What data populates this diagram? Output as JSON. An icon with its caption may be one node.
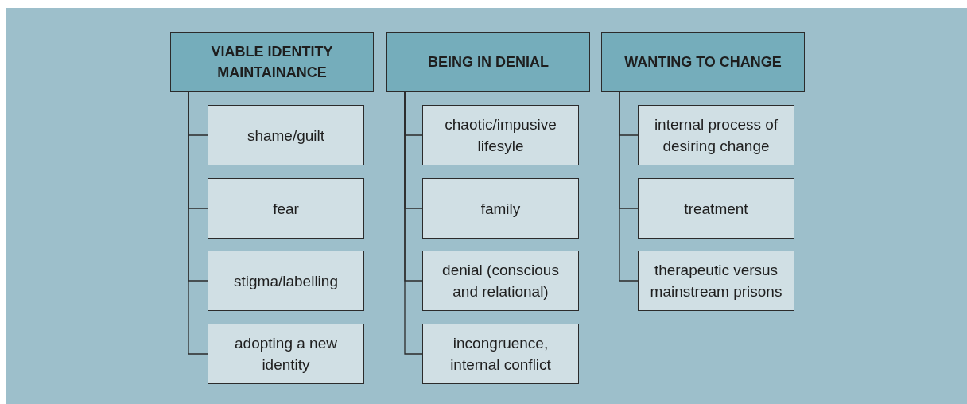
{
  "diagram": {
    "nodes": [
      {
        "text": [
          "VIABLE IDENTITY MAINTAINANCE"
        ]
      },
      {
        "text": [
          "shame/guilt"
        ]
      },
      {
        "text": [
          "fear"
        ]
      },
      {
        "text": [
          "stigma/labelling"
        ]
      },
      {
        "text": [
          "adopting a new identity"
        ]
      },
      {
        "text": [
          "BEING IN DENIAL"
        ]
      },
      {
        "text": [
          "chaotic/impusive lifesyle"
        ]
      },
      {
        "text": [
          "family"
        ]
      },
      {
        "text": [
          "denial (conscious and relational)"
        ]
      },
      {
        "text": [
          "incongruence, internal conflict"
        ]
      },
      {
        "text": [
          "WANTING TO CHANGE"
        ]
      },
      {
        "text": [
          "internal process of desiring change"
        ]
      },
      {
        "text": [
          "treatment"
        ]
      },
      {
        "text": [
          "therapeutic versus mainstream prisons"
        ]
      }
    ],
    "edges": [
      {
        "from": 0,
        "to": 1,
        "arrow": "none"
      },
      {
        "from": 0,
        "to": 2,
        "arrow": "none"
      },
      {
        "from": 0,
        "to": 3,
        "arrow": "none"
      },
      {
        "from": 0,
        "to": 4,
        "arrow": "none"
      },
      {
        "from": 5,
        "to": 6,
        "arrow": "none"
      },
      {
        "from": 5,
        "to": 7,
        "arrow": "none"
      },
      {
        "from": 5,
        "to": 8,
        "arrow": "none"
      },
      {
        "from": 5,
        "to": 9,
        "arrow": "none"
      },
      {
        "from": 10,
        "to": 11,
        "arrow": "none"
      },
      {
        "from": 10,
        "to": 12,
        "arrow": "none"
      },
      {
        "from": 10,
        "to": 13,
        "arrow": "none"
      }
    ]
  }
}
